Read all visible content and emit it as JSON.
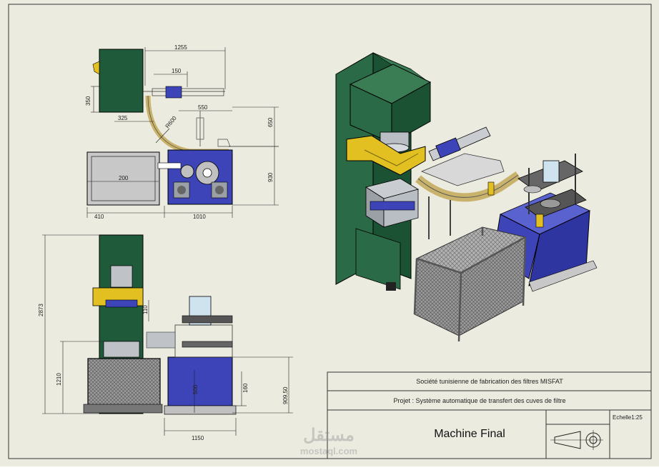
{
  "title_block": {
    "company": "Société tunisienne de fabrication des filtres MISFAT",
    "project": "Projet : Système automatique de transfert des cuves de filtre",
    "drawing_title": "Machine Final",
    "scale": "Echelle1:25"
  },
  "watermark": {
    "logo_text": "مستقل",
    "url": "mostaql.com"
  },
  "dimensions": {
    "top_view": {
      "d1255": "1255",
      "d150": "150",
      "d350": "350",
      "d325": "325",
      "d550": "550",
      "d650": "650",
      "r600": "R600",
      "d200": "200",
      "d930": "930",
      "d410": "410",
      "d1010": "1010"
    },
    "front_view": {
      "d2873": "2873",
      "d110": "110",
      "d1210": "1210",
      "d500": "500",
      "d160": "160",
      "d909": "909,50",
      "d1150": "1150"
    }
  },
  "colors": {
    "sheet": "#ecebe0",
    "frame_green": "#1f5a3a",
    "yellow": "#e2c021",
    "blue": "#3d44b8",
    "steel": "#9aa0a6"
  }
}
